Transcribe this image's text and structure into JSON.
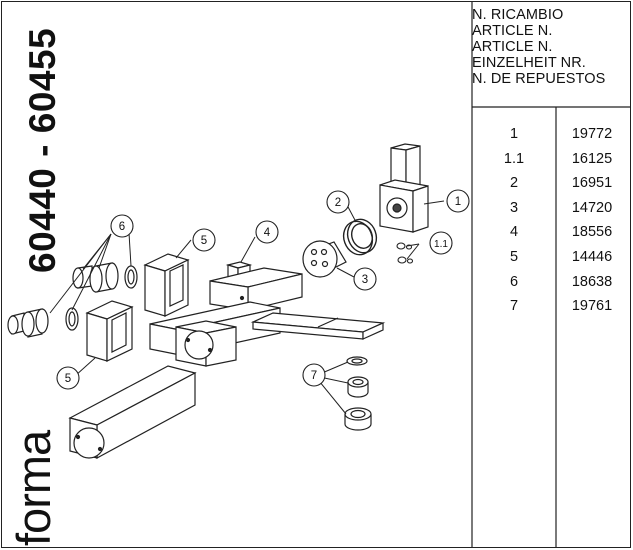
{
  "title": {
    "model_codes": "60440 - 60455",
    "brand": "forma"
  },
  "header": {
    "lines": [
      "N. RICAMBIO",
      "ARTICLE N.",
      "ARTICLE N.",
      "EINZELHEIT NR.",
      "N. DE REPUESTOS"
    ]
  },
  "parts": [
    {
      "num": "1",
      "code": "19772"
    },
    {
      "num": "1.1",
      "code": "16125"
    },
    {
      "num": "2",
      "code": "16951"
    },
    {
      "num": "3",
      "code": "14720"
    },
    {
      "num": "4",
      "code": "18556"
    },
    {
      "num": "5",
      "code": "14446"
    },
    {
      "num": "6",
      "code": "18638"
    },
    {
      "num": "7",
      "code": "19761"
    }
  ],
  "callouts": {
    "c1": "1",
    "c11": "1.1",
    "c2": "2",
    "c3": "3",
    "c4": "4",
    "c5a": "5",
    "c5b": "5",
    "c6": "6",
    "c7": "7"
  }
}
